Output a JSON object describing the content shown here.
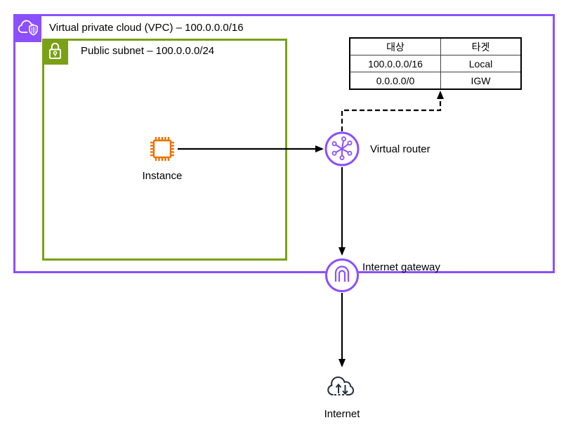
{
  "diagram": {
    "vpc": {
      "label": "Virtual private cloud (VPC) – 100.0.0.0/16"
    },
    "subnet": {
      "label": "Public subnet – 100.0.0.0/24"
    },
    "instance": {
      "label": "Instance"
    },
    "virtual_router": {
      "label": "Virtual router"
    },
    "internet_gateway": {
      "label": "Internet gateway"
    },
    "internet": {
      "label": "Internet"
    }
  },
  "route_table": {
    "headers": [
      "대상",
      "타겟"
    ],
    "rows": [
      {
        "destination": "100.0.0.0/16",
        "target": "Local"
      },
      {
        "destination": "0.0.0.0/0",
        "target": "IGW"
      }
    ]
  },
  "icons": {
    "vpc": "vpc-cloud-shield-icon",
    "subnet": "padlock-icon",
    "instance": "chip-icon",
    "virtual_router": "network-graph-icon",
    "internet_gateway": "gateway-arch-icon",
    "internet": "cloud-arrows-icon"
  },
  "colors": {
    "vpc_purple": "#8C4FFF",
    "subnet_green": "#7AA116",
    "instance_orange": "#ED7100",
    "internet_dark": "#232F3E",
    "connector_black": "#000000",
    "background": "#FFFFFF"
  }
}
